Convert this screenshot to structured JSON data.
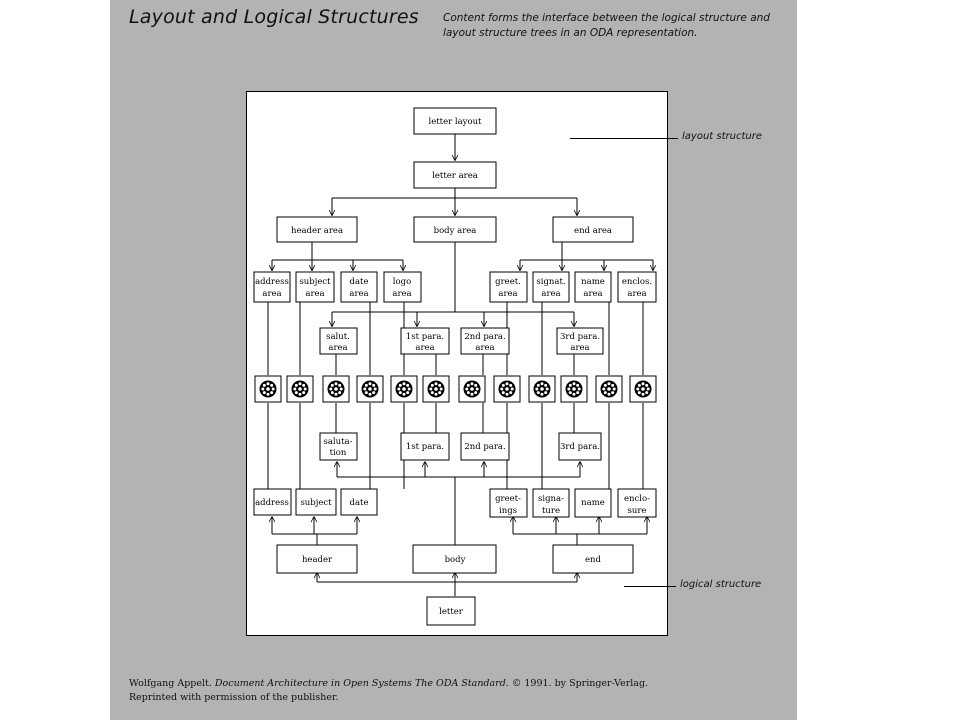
{
  "title": "Layout and Logical Structures",
  "caption": "Content forms the interface between the logical structure and layout structure trees in an ODA representation.",
  "labels": {
    "layout_structure": "layout structure",
    "logical_structure": "logical structure"
  },
  "footer": {
    "author": "Wolfgang Appelt.",
    "book": "Document Architecture in Open Systems The ODA Standard.",
    "rights": "© 1991. by Springer-Verlag.",
    "permission": "Reprinted with permission of the publisher."
  },
  "nodes": {
    "letter_layout": "letter layout",
    "letter_area": "letter area",
    "header_area": "header area",
    "body_area": "body area",
    "end_area": "end area",
    "address_area": [
      "address",
      "area"
    ],
    "subject_area": [
      "subject",
      "area"
    ],
    "date_area": [
      "date",
      "area"
    ],
    "logo_area": [
      "logo",
      "area"
    ],
    "greet_area": [
      "greet.",
      "area"
    ],
    "signat_area": [
      "signat.",
      "area"
    ],
    "name_area": [
      "name",
      "area"
    ],
    "enclos_area": [
      "enclos.",
      "area"
    ],
    "salut_area": [
      "salut.",
      "area"
    ],
    "para1_area": [
      "1st para.",
      "area"
    ],
    "para2_area": [
      "2nd para.",
      "area"
    ],
    "para3_area": [
      "3rd para.",
      "area"
    ],
    "salutation": [
      "saluta-",
      "tion"
    ],
    "para1": "1st para.",
    "para2": "2nd para.",
    "para3": "3rd para.",
    "address": "address",
    "subject": "subject",
    "date": "date",
    "greeting": [
      "greet-",
      "ings"
    ],
    "signature": [
      "signa-",
      "ture"
    ],
    "name": "name",
    "enclosure": [
      "enclo-",
      "sure"
    ],
    "header": "header",
    "body": "body",
    "end": "end",
    "letter": "letter"
  }
}
